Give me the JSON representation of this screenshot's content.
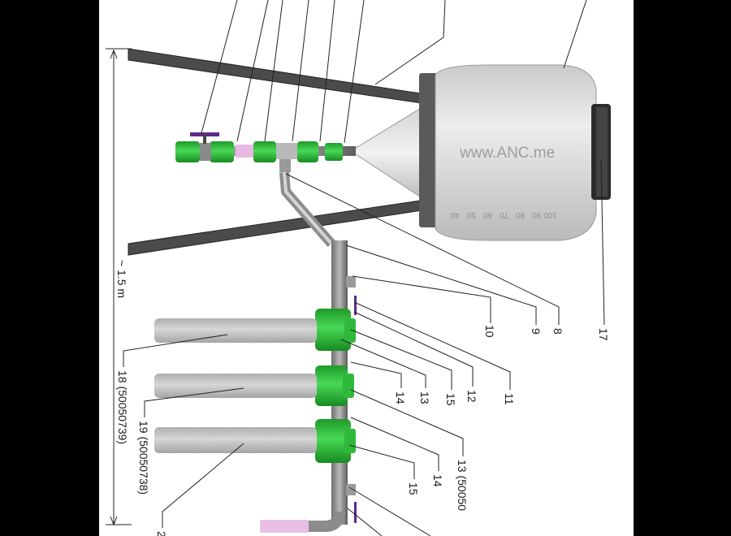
{
  "watermark": "www.ANC.me",
  "dimension_label": "~ 1.5 m",
  "tank_scale": [
    "40",
    "50",
    "60",
    "70",
    "80",
    "90",
    "100"
  ],
  "callouts": [
    {
      "id": "c8",
      "text": "8"
    },
    {
      "id": "c9",
      "text": "9"
    },
    {
      "id": "c10",
      "text": "10"
    },
    {
      "id": "c11",
      "text": "11"
    },
    {
      "id": "c12",
      "text": "12"
    },
    {
      "id": "c13a",
      "text": "13"
    },
    {
      "id": "c13b",
      "text": "13 (50050"
    },
    {
      "id": "c14a",
      "text": "14"
    },
    {
      "id": "c14b",
      "text": "14"
    },
    {
      "id": "c15a",
      "text": "15"
    },
    {
      "id": "c15b",
      "text": "15"
    },
    {
      "id": "c17",
      "text": "17"
    },
    {
      "id": "c18",
      "text": "18 (50050739)"
    },
    {
      "id": "c19",
      "text": "19 (50050738)"
    },
    {
      "id": "c2",
      "text": "2"
    }
  ],
  "colors": {
    "background": "#000000",
    "sheet": "#ffffff",
    "tank": "#d9dbd8",
    "fitting_green": "#2fbf3a",
    "frame": "#4a4a4a",
    "filter": "#c9c9c9"
  }
}
